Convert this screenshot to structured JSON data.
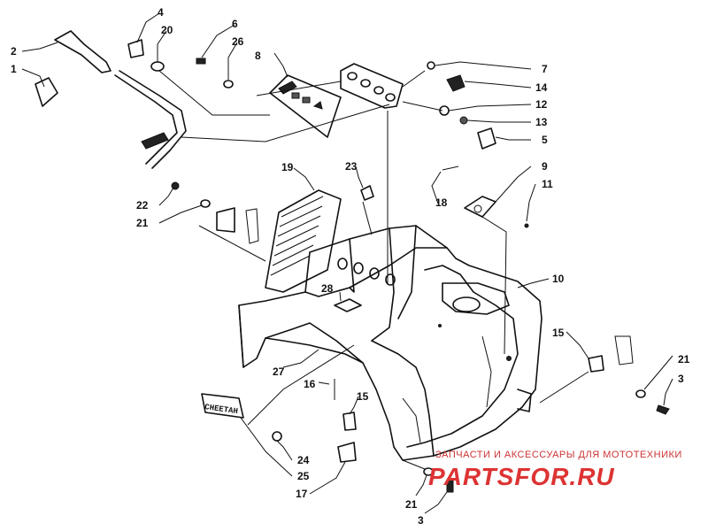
{
  "callouts": {
    "c1": "1",
    "c2": "2",
    "c3a": "3",
    "c3b": "3",
    "c4": "4",
    "c5": "5",
    "c6": "6",
    "c7": "7",
    "c8": "8",
    "c9": "9",
    "c10": "10",
    "c11": "11",
    "c12": "12",
    "c13": "13",
    "c14": "14",
    "c15a": "15",
    "c15b": "15",
    "c16": "16",
    "c17": "17",
    "c18": "18",
    "c19": "19",
    "c20": "20",
    "c21a": "21",
    "c21b": "21",
    "c21c": "21",
    "c22": "22",
    "c23": "23",
    "c24": "24",
    "c25": "25",
    "c26": "26",
    "c27": "27",
    "c28": "28"
  },
  "badge_text": "CHEETAH",
  "watermark": {
    "subtitle": "ЗАПЧАСТИ И АКСЕССУАРЫ ДЛЯ МОТОТЕХНИКИ",
    "brand": "PARTSFOR.RU"
  }
}
